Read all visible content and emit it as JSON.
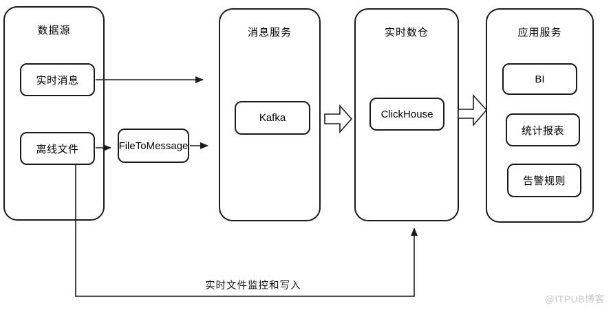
{
  "panels": {
    "datasource": {
      "title": "数据源"
    },
    "message_service": {
      "title": "消息服务"
    },
    "realtime_warehouse": {
      "title": "实时数仓"
    },
    "app_service": {
      "title": "应用服务"
    }
  },
  "nodes": {
    "realtime_message": {
      "label": "实时消息"
    },
    "offline_file": {
      "label": "离线文件"
    },
    "file_to_message": {
      "label": "FileToMessage"
    },
    "kafka": {
      "label": "Kafka"
    },
    "clickhouse": {
      "label": "ClickHouse"
    },
    "bi": {
      "label": "BI"
    },
    "stats_report": {
      "label": "统计报表"
    },
    "alert_rules": {
      "label": "告警规则"
    }
  },
  "edges": {
    "file_monitor_label": "实时文件监控和写入"
  },
  "watermark": "@ITPUB博客",
  "colors": {
    "stroke": "#1a1a1a",
    "node_fill": "#ffffff",
    "watermark_gray": "#c9c9c9",
    "background": "#ffffff"
  }
}
